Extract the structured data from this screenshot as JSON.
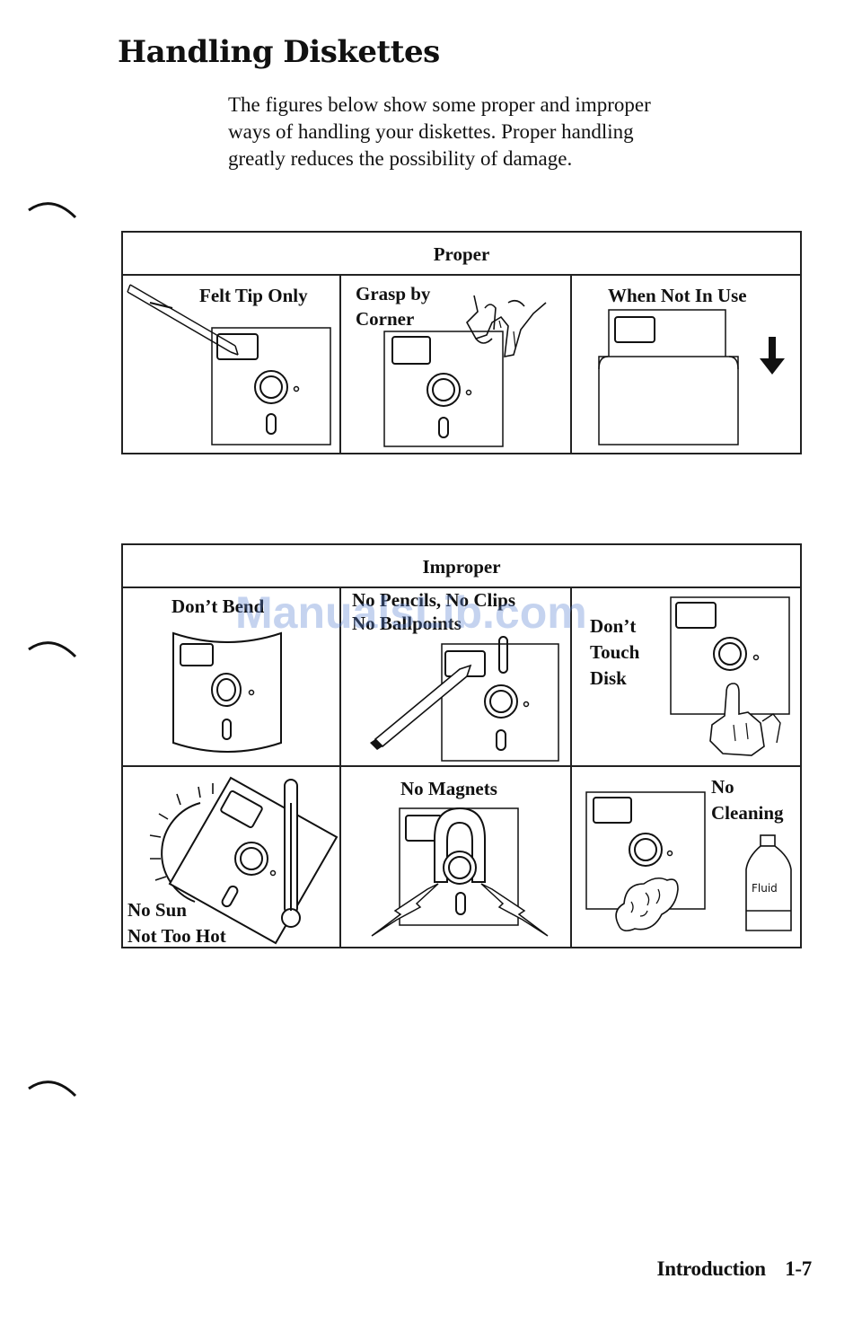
{
  "page": {
    "title": "Handling Diskettes",
    "intro": [
      "The figures below show some proper and improper",
      "ways of handling your diskettes.  Proper handling",
      "greatly reduces the possibility of damage."
    ]
  },
  "proper": {
    "heading": "Proper",
    "cells": [
      {
        "label": "Felt Tip Only"
      },
      {
        "label_lines": [
          "Grasp by",
          "Corner"
        ]
      },
      {
        "label": "When Not In Use"
      }
    ]
  },
  "improper": {
    "heading": "Improper",
    "cells": [
      {
        "label": "Don’t Bend"
      },
      {
        "label_lines": [
          "No Pencils, No Clips",
          "No Ballpoints"
        ]
      },
      {
        "label_lines": [
          "Don’t",
          "Touch",
          "Disk"
        ]
      },
      {
        "label_lines": [
          "No Sun",
          "Not Too Hot"
        ]
      },
      {
        "label": "No Magnets"
      },
      {
        "label_lines": [
          "No",
          "Cleaning"
        ]
      }
    ],
    "fluid_bottle_label": "Fluid"
  },
  "watermark": "ManualsLib.com",
  "footer": {
    "section": "Introduction",
    "page_number": "1-7"
  }
}
